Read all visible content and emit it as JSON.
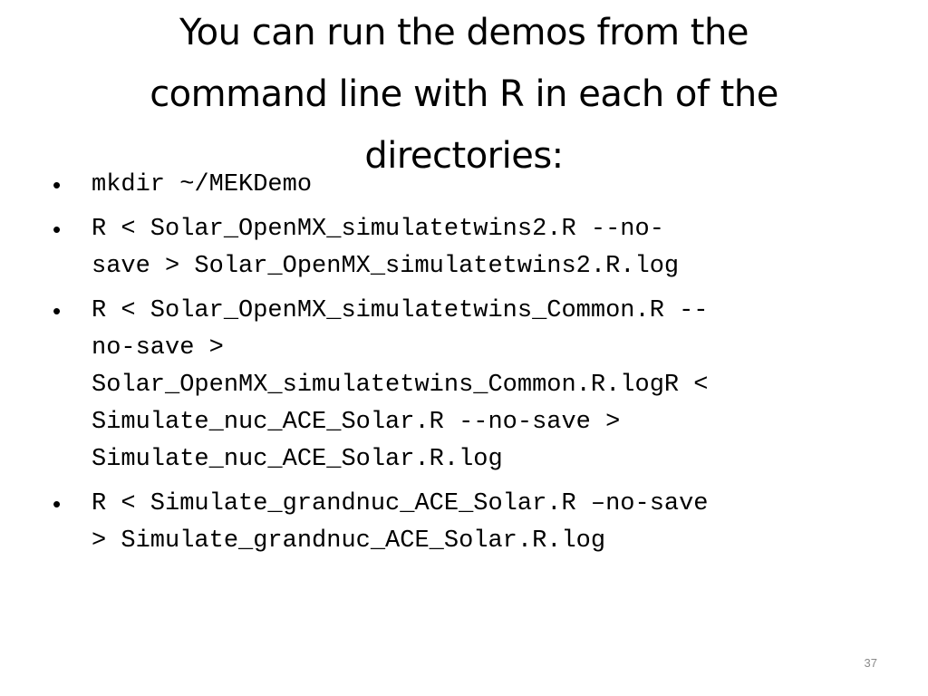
{
  "slide": {
    "title_lines": [
      "You can run the demos from the",
      "command line with R in each of the",
      "directories:"
    ],
    "bullets": [
      {
        "lines": [
          "mkdir ~/MEKDemo"
        ]
      },
      {
        "lines": [
          "R < Solar_OpenMX_simulatetwins2.R --no-",
          "save > Solar_OpenMX_simulatetwins2.R.log"
        ]
      },
      {
        "lines": [
          "R < Solar_OpenMX_simulatetwins_Common.R --",
          "no-save >",
          "Solar_OpenMX_simulatetwins_Common.R.logR <",
          "Simulate_nuc_ACE_Solar.R --no-save >",
          "Simulate_nuc_ACE_Solar.R.log"
        ]
      },
      {
        "lines": [
          "R < Simulate_grandnuc_ACE_Solar.R –no-save",
          "> Simulate_grandnuc_ACE_Solar.R.log"
        ]
      }
    ],
    "bullet_glyph": "•",
    "page_number": "37"
  }
}
